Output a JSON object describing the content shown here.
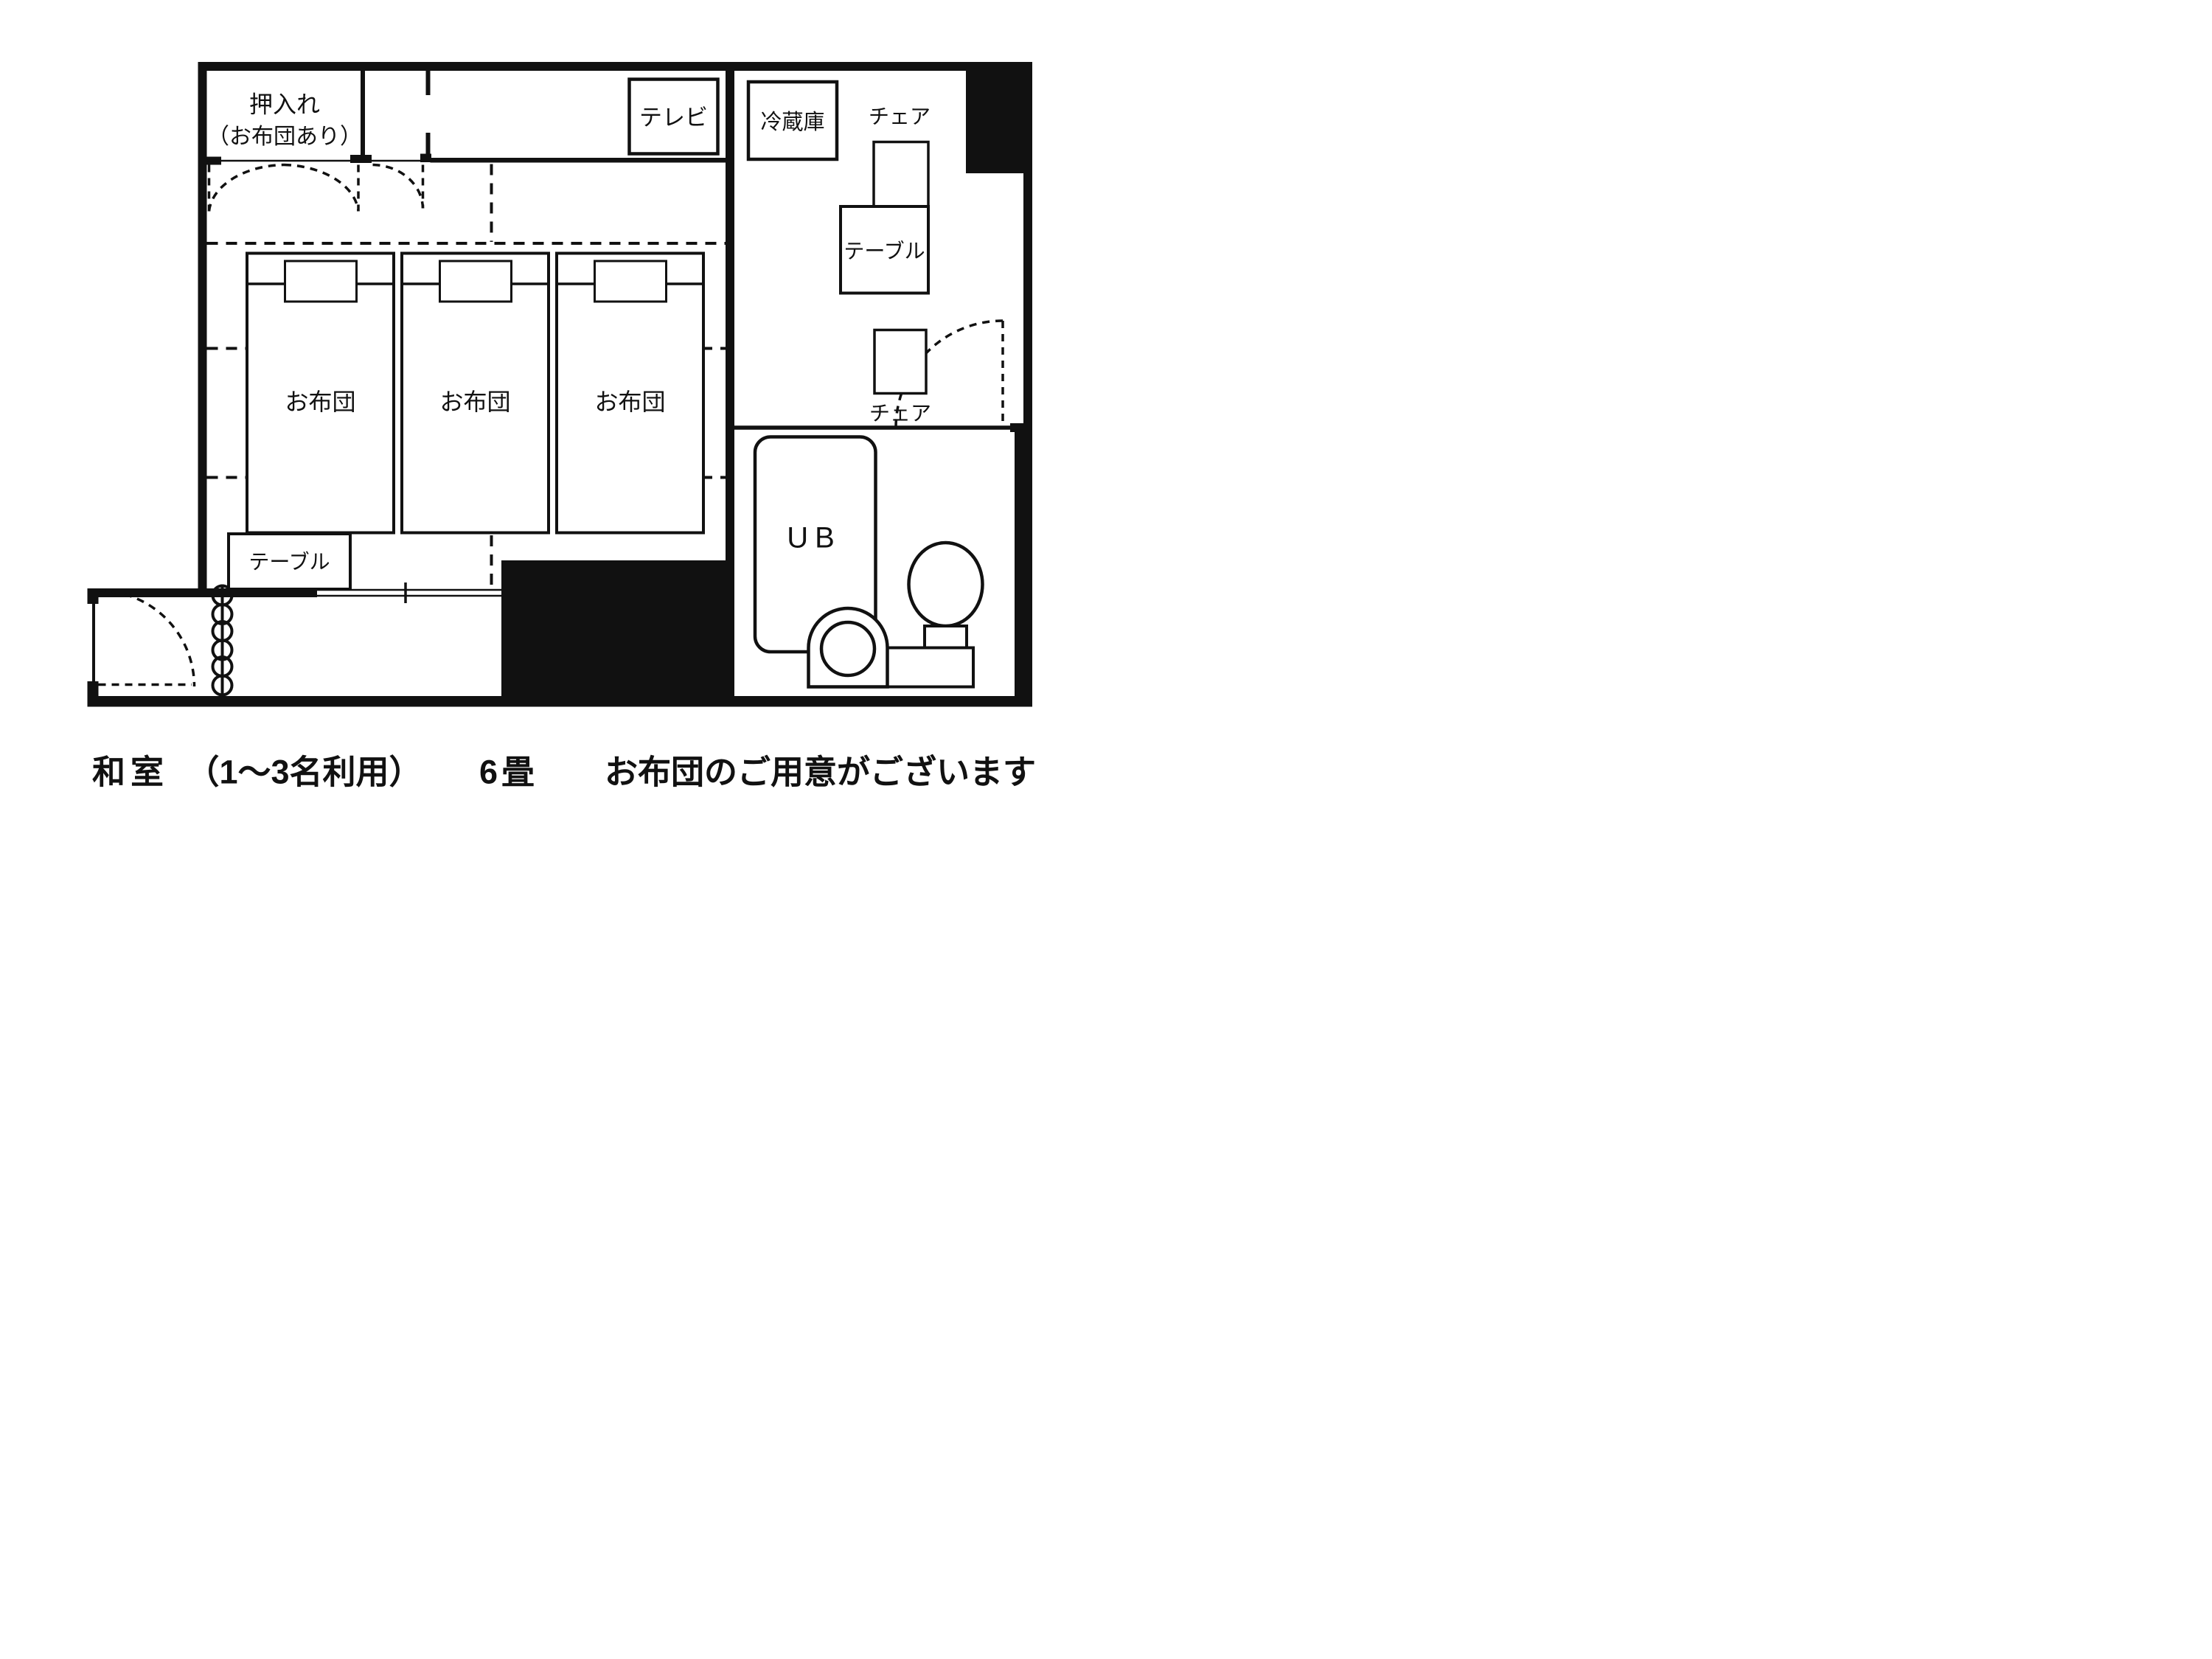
{
  "title": "room-floor-plan",
  "colors": {
    "wall": "#111111",
    "line": "#1a1a1a",
    "background": "#ffffff"
  },
  "rooms": {
    "closet": {
      "label_line1": "押入れ",
      "label_line2": "（お布団あり）"
    },
    "washitsu": {
      "futons": [
        "お布団",
        "お布団",
        "お布団"
      ],
      "table_label": "テーブル",
      "tv_label": "テレビ"
    },
    "corridor": {
      "fridge_label": "冷蔵庫",
      "chair_top_label": "チェア",
      "table_label": "テーブル",
      "chair_bottom_label": "チェア"
    },
    "bathroom": {
      "unit_bath_label": "UB"
    }
  },
  "caption": {
    "part1": "和室",
    "part2": "（1～3名利用）",
    "part3": "6畳",
    "part4": "お布団のご用意がございます"
  }
}
